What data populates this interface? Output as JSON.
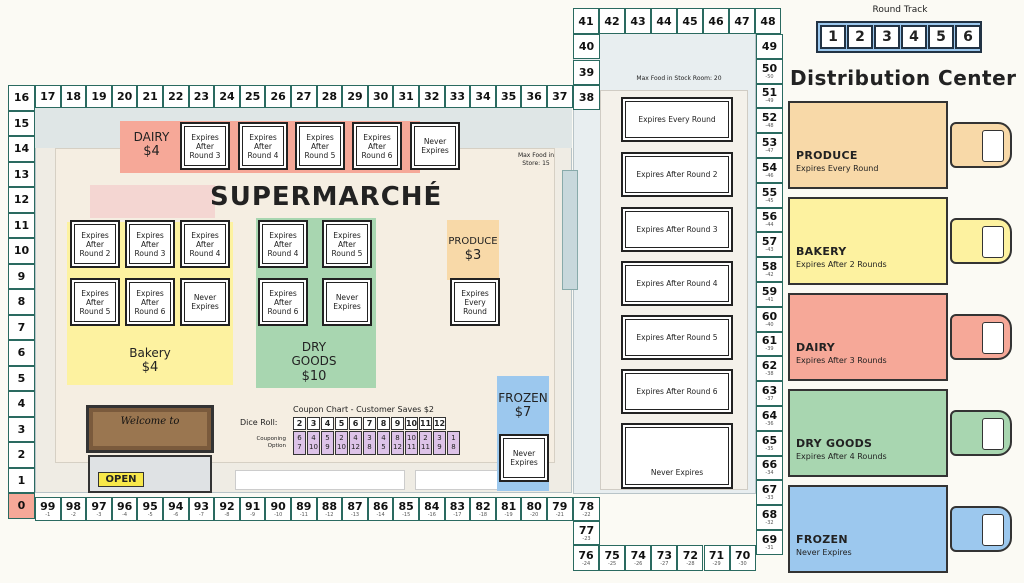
{
  "round_track": {
    "label": "Round Track",
    "rounds": [
      "1",
      "2",
      "3",
      "4",
      "5",
      "6"
    ]
  },
  "distribution_center": {
    "title": "Distribution Center",
    "trucks": [
      {
        "name": "PRODUCE",
        "expiry": "Expires Every Round",
        "color": "#f8d9a8"
      },
      {
        "name": "BAKERY",
        "expiry": "Expires After 2 Rounds",
        "color": "#fdf2a0"
      },
      {
        "name": "DAIRY",
        "expiry": "Expires After 3 Rounds",
        "color": "#f6a898"
      },
      {
        "name": "DRY GOODS",
        "expiry": "Expires After 4 Rounds",
        "color": "#a8d6b0"
      },
      {
        "name": "FROZEN",
        "expiry": "Never Expires",
        "color": "#9cc8ee"
      }
    ]
  },
  "store": {
    "title": "SUPERMARCHÉ",
    "max_food": "Max Food in Store: 15",
    "welcome_sign": "Welcome to",
    "open_sign": "OPEN",
    "zones": {
      "dairy": {
        "label": "DAIRY",
        "price": "$4",
        "color": "#f6a898"
      },
      "bakery": {
        "label": "Bakery",
        "price": "$4",
        "color": "#fdf2a0"
      },
      "dry_goods": {
        "label": "DRY GOODS",
        "price": "$10",
        "color": "#a8d6b0"
      },
      "produce": {
        "label": "PRODUCE",
        "price": "$3",
        "color": "#f8d9a8"
      },
      "frozen": {
        "label": "FROZEN",
        "price": "$7",
        "color": "#9cc8ee"
      }
    },
    "dairy_cards": [
      "Expires After Round 3",
      "Expires After Round 4",
      "Expires After Round 5",
      "Expires After Round 6",
      "Never Expires"
    ],
    "bakery_cards": [
      "Expires After Round 2",
      "Expires After Round 3",
      "Expires After Round 4",
      "Expires After Round 5",
      "Expires After Round 6",
      "Never Expires"
    ],
    "dry_goods_cards": [
      "Expires After Round 4",
      "Expires After Round 5",
      "Expires After Round 6",
      "Never Expires"
    ],
    "produce_card": "Expires Every Round",
    "frozen_card": "Never Expires"
  },
  "coupon_chart": {
    "title": "Coupon Chart - Customer Saves $2",
    "dice_label": "Dice Roll:",
    "option_label": "Couponing Option",
    "dice": [
      "2",
      "3",
      "4",
      "5",
      "6",
      "7",
      "8",
      "9",
      "10",
      "11",
      "12"
    ],
    "options": [
      [
        "6",
        "7"
      ],
      [
        "4",
        "10"
      ],
      [
        "5",
        "9"
      ],
      [
        "2",
        "10"
      ],
      [
        "4",
        "12"
      ],
      [
        "3",
        "8"
      ],
      [
        "4",
        "5"
      ],
      [
        "8",
        "12"
      ],
      [
        "10",
        "11"
      ],
      [
        "2",
        "11"
      ],
      [
        "3",
        "9"
      ],
      [
        "1",
        "8"
      ]
    ]
  },
  "stock_room": {
    "max_food": "Max Food in Stock Room: 20",
    "cards": [
      "Expires Every Round",
      "Expires After Round 2",
      "Expires After Round 3",
      "Expires After Round 4",
      "Expires After Round 5",
      "Expires After Round 6",
      "Never Expires"
    ]
  },
  "track": {
    "left_col": [
      "16",
      "15",
      "14",
      "13",
      "12",
      "11",
      "10",
      "9",
      "8",
      "7",
      "6",
      "5",
      "4",
      "3",
      "2",
      "1",
      "0"
    ],
    "top_row": [
      "17",
      "18",
      "19",
      "20",
      "21",
      "22",
      "23",
      "24",
      "25",
      "26",
      "27",
      "28",
      "29",
      "30",
      "31",
      "32",
      "33",
      "34",
      "35",
      "36",
      "37"
    ],
    "bottom_row": [
      [
        "99",
        "-1"
      ],
      [
        "98",
        "-2"
      ],
      [
        "97",
        "-3"
      ],
      [
        "96",
        "-4"
      ],
      [
        "95",
        "-5"
      ],
      [
        "94",
        "-6"
      ],
      [
        "93",
        "-7"
      ],
      [
        "92",
        "-8"
      ],
      [
        "91",
        "-9"
      ],
      [
        "90",
        "-10"
      ],
      [
        "89",
        "-11"
      ],
      [
        "88",
        "-12"
      ],
      [
        "87",
        "-13"
      ],
      [
        "86",
        "-14"
      ],
      [
        "85",
        "-15"
      ],
      [
        "84",
        "-16"
      ],
      [
        "83",
        "-17"
      ],
      [
        "82",
        "-18"
      ],
      [
        "81",
        "-19"
      ],
      [
        "80",
        "-20"
      ],
      [
        "79",
        "-21"
      ]
    ],
    "stock_left_col": [
      [
        "38",
        ""
      ],
      [
        "39",
        ""
      ],
      [
        "40",
        ""
      ]
    ],
    "stock_top_row": [
      "41",
      "42",
      "43",
      "44",
      "45",
      "46",
      "47",
      "48"
    ],
    "stock_right_col": [
      [
        "49",
        ""
      ],
      [
        "50",
        "-50"
      ],
      [
        "51",
        "-49"
      ],
      [
        "52",
        "-48"
      ],
      [
        "53",
        "-47"
      ],
      [
        "54",
        "-46"
      ],
      [
        "55",
        "-45"
      ],
      [
        "56",
        "-44"
      ],
      [
        "57",
        "-43"
      ],
      [
        "58",
        "-42"
      ],
      [
        "59",
        "-41"
      ],
      [
        "60",
        "-40"
      ],
      [
        "61",
        "-39"
      ],
      [
        "62",
        "-38"
      ],
      [
        "63",
        "-37"
      ],
      [
        "64",
        "-36"
      ],
      [
        "65",
        "-35"
      ],
      [
        "66",
        "-34"
      ],
      [
        "67",
        "-33"
      ],
      [
        "68",
        "-32"
      ],
      [
        "69",
        "-31"
      ]
    ],
    "stock_bottom_row": [
      [
        "76",
        "-24"
      ],
      [
        "75",
        "-25"
      ],
      [
        "74",
        "-26"
      ],
      [
        "73",
        "-27"
      ],
      [
        "72",
        "-28"
      ],
      [
        "71",
        "-29"
      ],
      [
        "70",
        "-30"
      ]
    ],
    "stock_lower_left": [
      [
        "78",
        "-22"
      ],
      [
        "77",
        "-23"
      ]
    ]
  }
}
